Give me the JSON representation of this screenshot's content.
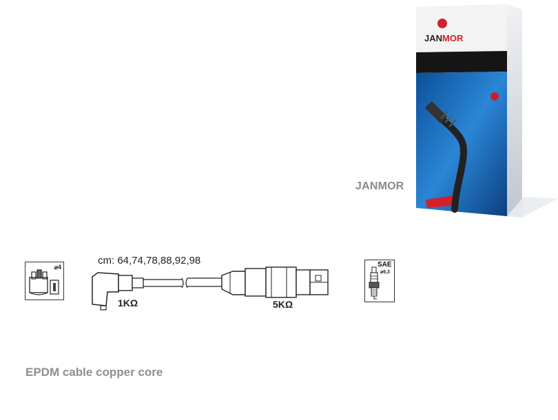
{
  "brand": {
    "label": "JANMOR",
    "box_logo_text_jan": "JAN",
    "box_logo_text_mor": "MOR",
    "accent": "#d4202a",
    "box_blue": "#1d6fc2"
  },
  "cable": {
    "lengths_text": "cm: 64,74,78,88,92,98",
    "resistance_left": "1KΩ",
    "resistance_right": "5KΩ"
  },
  "distributor_card": {
    "diameter_text": "⌀4"
  },
  "sparkplug_card": {
    "standard_text": "SAE",
    "diameter_text": "⌀6,3"
  },
  "footer": {
    "description": "EPDM cable copper core"
  }
}
